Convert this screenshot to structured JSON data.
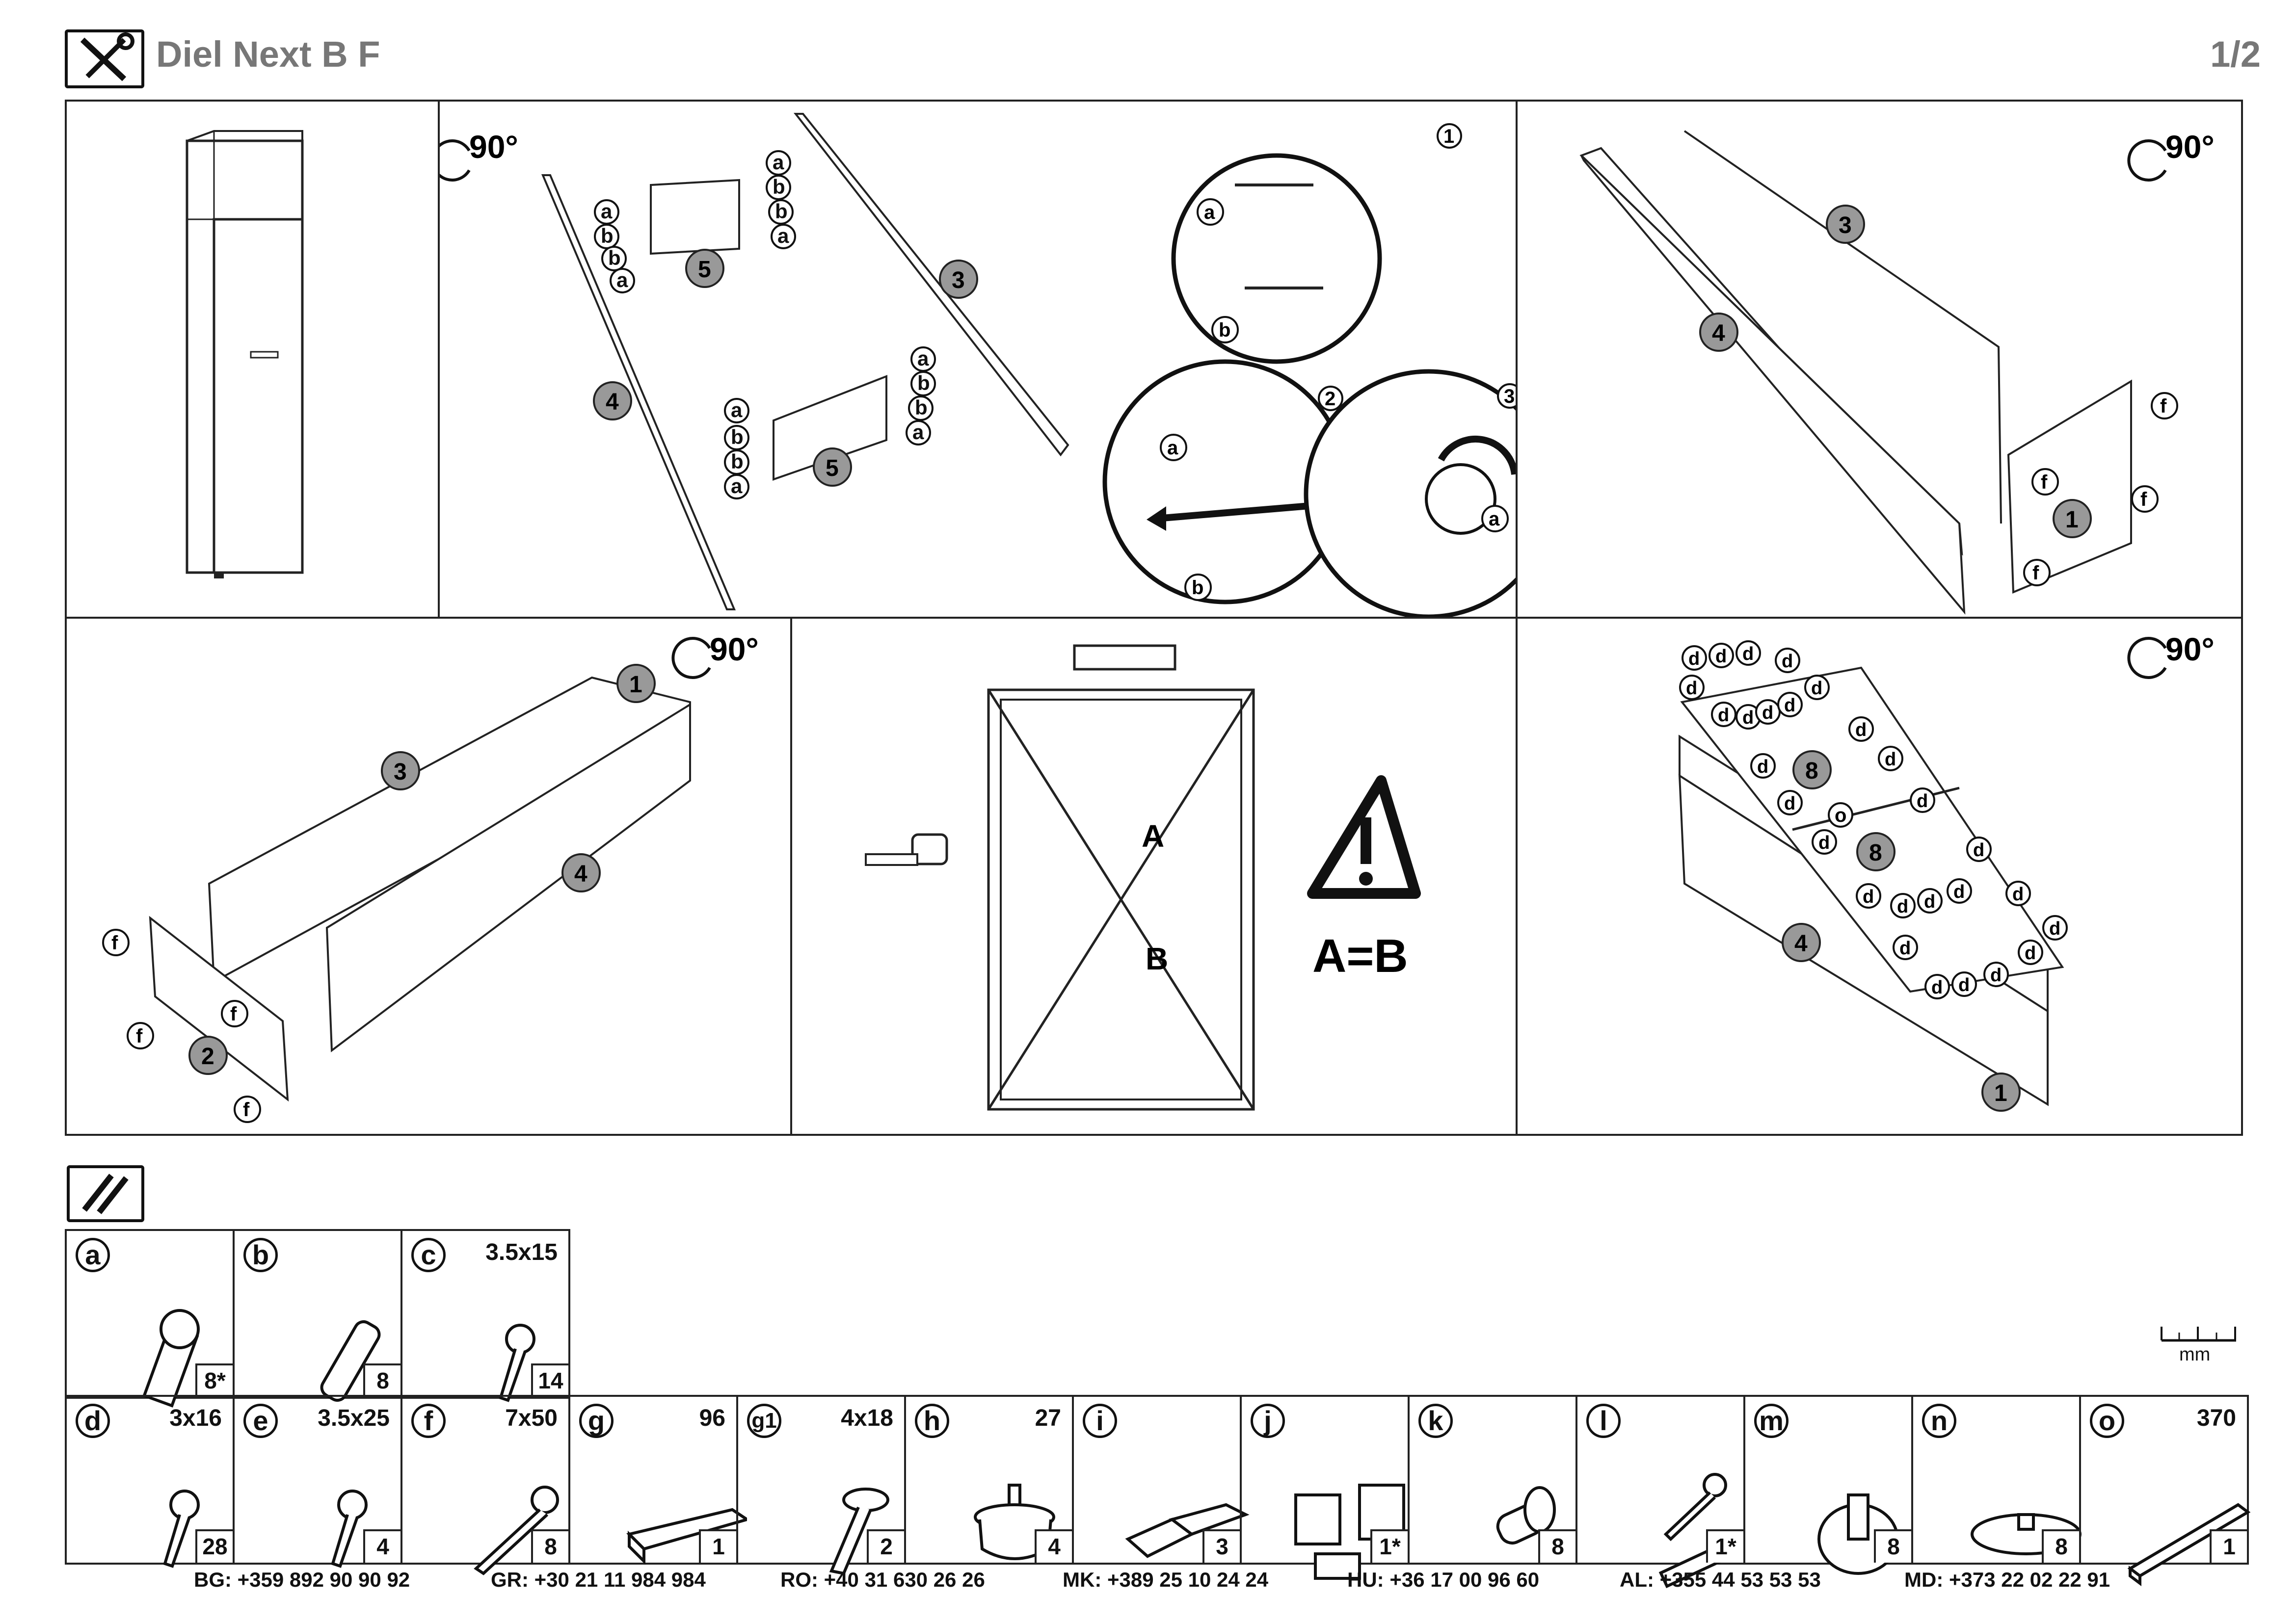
{
  "header": {
    "title": "Diel Next B F",
    "page": "1/2"
  },
  "steps": {
    "rotate": "90°",
    "parts": {
      "p1": "1",
      "p2": "2",
      "p3": "3",
      "p4": "4",
      "p5": "5",
      "p8": "8"
    },
    "substeps": {
      "s1": "1",
      "s2": "2",
      "s3": "3"
    },
    "fittings": {
      "a": "a",
      "b": "b",
      "d": "d",
      "f": "f",
      "o": "o"
    },
    "diag_a": "A",
    "diag_b": "B",
    "equality": "A=B"
  },
  "hardware": [
    {
      "letter": "a",
      "size": "",
      "qty": "8*",
      "icon": "cam-bolt-icon"
    },
    {
      "letter": "b",
      "size": "",
      "qty": "8",
      "icon": "dowel-icon"
    },
    {
      "letter": "c",
      "size": "3.5x15",
      "qty": "14",
      "icon": "screw-icon"
    },
    {
      "letter": "d",
      "size": "3x16",
      "qty": "28",
      "icon": "screw-icon"
    },
    {
      "letter": "e",
      "size": "3.5x25",
      "qty": "4",
      "icon": "screw-icon"
    },
    {
      "letter": "f",
      "size": "7x50",
      "qty": "8",
      "icon": "long-screw-icon"
    },
    {
      "letter": "g",
      "size": "96",
      "qty": "1",
      "icon": "handle-icon"
    },
    {
      "letter": "g1",
      "size": "4x18",
      "qty": "2",
      "icon": "bolt-icon"
    },
    {
      "letter": "h",
      "size": "27",
      "qty": "4",
      "icon": "foot-icon"
    },
    {
      "letter": "i",
      "size": "",
      "qty": "3",
      "icon": "hinge-icon"
    },
    {
      "letter": "j",
      "size": "",
      "qty": "1*",
      "icon": "wall-bracket-icon"
    },
    {
      "letter": "k",
      "size": "",
      "qty": "8",
      "icon": "shelf-pin-icon"
    },
    {
      "letter": "l",
      "size": "",
      "qty": "1*",
      "icon": "wall-plug-screw-icon"
    },
    {
      "letter": "m",
      "size": "",
      "qty": "8",
      "icon": "glider-icon"
    },
    {
      "letter": "n",
      "size": "",
      "qty": "8",
      "icon": "disc-icon"
    },
    {
      "letter": "o",
      "size": "370",
      "qty": "1",
      "icon": "profile-icon"
    }
  ],
  "ruler_unit": "mm",
  "phones": [
    {
      "code": "BG:",
      "number": "+359 892 90 90 92"
    },
    {
      "code": "GR:",
      "number": "+30 21 11 984 984"
    },
    {
      "code": "RO:",
      "number": "+40 31 630 26 26"
    },
    {
      "code": "MK:",
      "number": "+389 25 10 24 24"
    },
    {
      "code": "HU:",
      "number": "+36 17 00 96 60"
    },
    {
      "code": "AL:",
      "number": "+355 44 53 53 53"
    },
    {
      "code": "MD:",
      "number": "+373 22 02 22 91"
    }
  ]
}
